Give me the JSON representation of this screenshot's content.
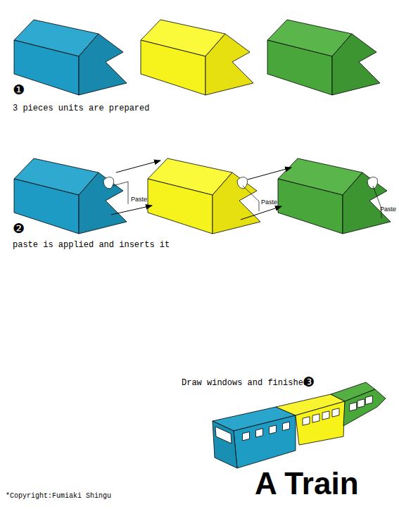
{
  "diagram": {
    "title": "A Train",
    "labels": [
      "❶",
      "3 pieces units are prepared",
      "Paste",
      "Paste",
      "Paste",
      "❷",
      "paste is applied and inserts it",
      "Draw windows and finished",
      "❸",
      "*Copyright:Fumiaki Shingu"
    ]
  }
}
